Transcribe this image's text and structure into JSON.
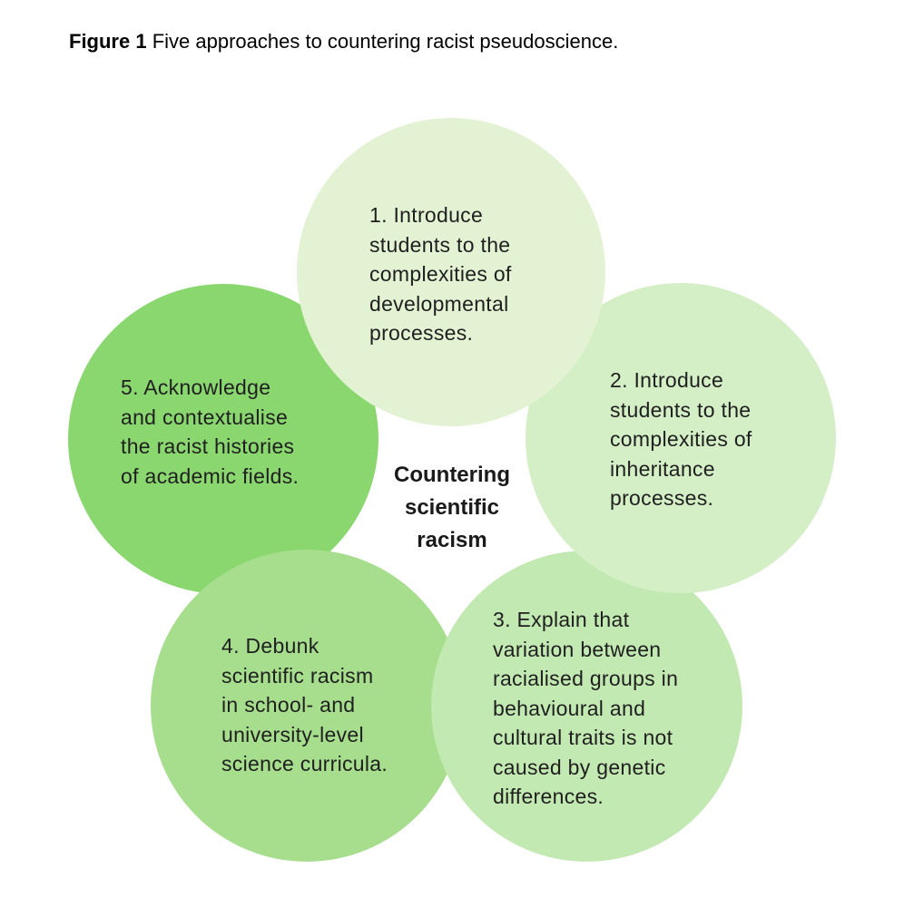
{
  "caption": {
    "lead": "Figure 1",
    "text": " Five approaches to countering racist pseudoscience."
  },
  "center_label": "Countering\nscientific\nracism",
  "approaches": [
    {
      "text": "1. Introduce\nstudents to the\ncomplexities of\ndevelopmental\nprocesses.",
      "color": "#e3f2d3"
    },
    {
      "text": "2. Introduce\nstudents to the\ncomplexities of\ninheritance\nprocesses.",
      "color": "#d4efc6"
    },
    {
      "text": "3. Explain that\nvariation between\nracialised groups in\nbehavioural and\ncultural traits is not\ncaused by genetic\ndifferences.",
      "color": "#c3e9b2"
    },
    {
      "text": "4. Debunk\nscientific racism\nin school- and\nuniversity-level\nscience curricula.",
      "color": "#a6de8d"
    },
    {
      "text": "5. Acknowledge\nand contextualise\nthe racist histories\nof academic fields.",
      "color": "#8ad770"
    }
  ]
}
